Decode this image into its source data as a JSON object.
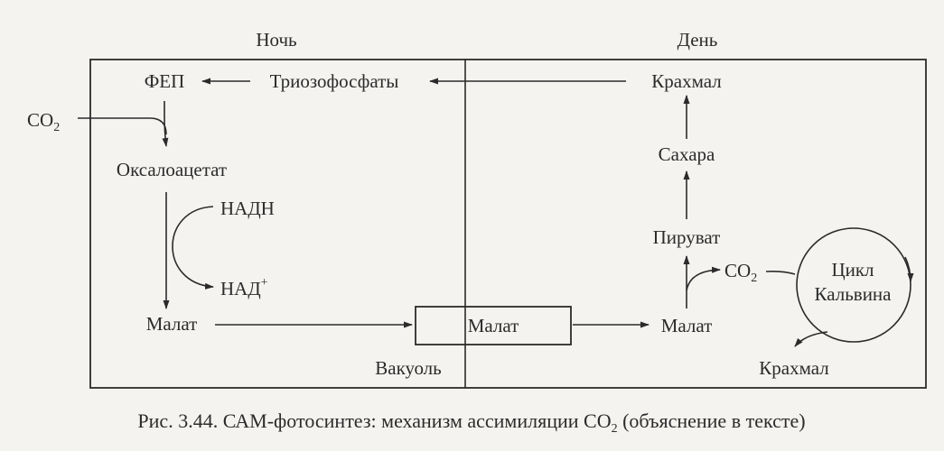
{
  "headers": {
    "night": "Ночь",
    "day": "День"
  },
  "night": {
    "pep": "ФЕП",
    "triose": "Триозофосфаты",
    "co2_base": "CO",
    "co2_sub": "2",
    "oxaloacetate": "Оксалоацетат",
    "nadh": "НАДН",
    "nad_base": "НАД",
    "nad_sup": "+",
    "malate": "Малат"
  },
  "vacuole": {
    "malate": "Малат",
    "label": "Вакуоль"
  },
  "day": {
    "starch_top": "Крахмал",
    "sugars": "Сахара",
    "pyruvate": "Пируват",
    "co2_base": "CO",
    "co2_sub": "2",
    "calvin_line1": "Цикл",
    "calvin_line2": "Кальвина",
    "malate": "Малат",
    "starch_bottom": "Крахмал"
  },
  "caption": {
    "pre": "Рис. 3.44. САМ-фотосинтез: механизм ассимиляции CO",
    "sub": "2",
    "post": " (объяснение в тексте)"
  }
}
